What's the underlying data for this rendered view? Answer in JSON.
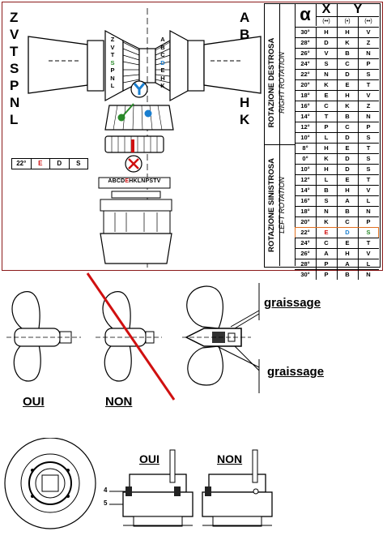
{
  "left_letters": [
    "Z",
    "V",
    "T",
    "S",
    "P",
    "N",
    "L"
  ],
  "right_letters": [
    "A",
    "B",
    "C",
    "D",
    "E",
    "H",
    "K"
  ],
  "hub_left_letters": "ZVTSPNL",
  "hub_right_letters": "ABCDEHK",
  "hub_left_highlight": "S",
  "hub_right_highlight": "D",
  "example_row": {
    "angle": "22°",
    "x": "E",
    "y1": "D",
    "y2": "S"
  },
  "strip_text": "ABCDEHKLNPSTV",
  "strip_highlight": "E",
  "table": {
    "header_alpha": "α",
    "header_x": "X",
    "header_y": "Y",
    "sub_x": "(••)",
    "sub_y1": "(•)",
    "sub_y2": "(••)",
    "right_title": "ROTAZIONE DESTROSA",
    "right_subtitle": "RIGHT ROTATION",
    "left_title": "ROTAZIONE SINISTROSA",
    "left_subtitle": "LEFT ROTATION",
    "right_rows": [
      [
        "30°",
        "H",
        "H",
        "V"
      ],
      [
        "28°",
        "D",
        "K",
        "Z"
      ],
      [
        "26°",
        "V",
        "B",
        "N"
      ],
      [
        "24°",
        "S",
        "C",
        "P"
      ],
      [
        "22°",
        "N",
        "D",
        "S"
      ],
      [
        "20°",
        "K",
        "E",
        "T"
      ],
      [
        "18°",
        "E",
        "H",
        "V"
      ],
      [
        "16°",
        "C",
        "K",
        "Z"
      ],
      [
        "14°",
        "T",
        "B",
        "N"
      ],
      [
        "12°",
        "P",
        "C",
        "P"
      ],
      [
        "10°",
        "L",
        "D",
        "S"
      ],
      [
        "8°",
        "H",
        "E",
        "T"
      ]
    ],
    "left_rows": [
      [
        "0°",
        "K",
        "D",
        "S"
      ],
      [
        "10°",
        "H",
        "D",
        "S"
      ],
      [
        "12°",
        "L",
        "E",
        "T"
      ],
      [
        "14°",
        "B",
        "H",
        "V"
      ],
      [
        "16°",
        "S",
        "A",
        "L"
      ],
      [
        "18°",
        "N",
        "B",
        "N"
      ],
      [
        "20°",
        "K",
        "C",
        "P"
      ],
      [
        "22°",
        "E",
        "D",
        "S"
      ],
      [
        "24°",
        "C",
        "E",
        "T"
      ],
      [
        "26°",
        "A",
        "H",
        "V"
      ],
      [
        "28°",
        "P",
        "A",
        "L"
      ],
      [
        "30°",
        "P",
        "B",
        "N"
      ]
    ],
    "highlight_row_index": 7
  },
  "labels": {
    "graissage_top": "graissage",
    "graissage_bottom": "graissage",
    "oui_1": "OUI",
    "non_1": "NON",
    "oui_2": "OUI",
    "non_2": "NON",
    "marker_4": "4",
    "marker_5": "5"
  },
  "colors": {
    "border": "#8b1a1a",
    "red": "#d01010",
    "green": "#2a8a2a",
    "blue": "#1a7fd0",
    "orange": "#e07020"
  }
}
